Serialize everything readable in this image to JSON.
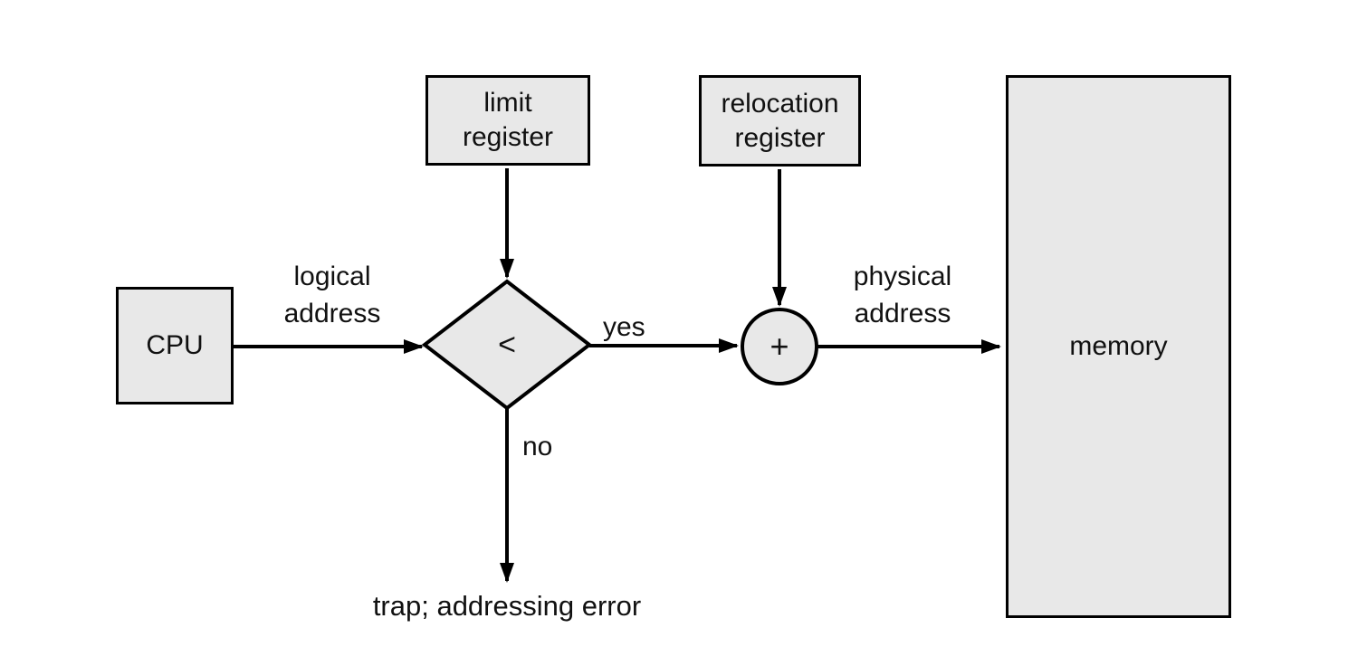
{
  "colors": {
    "background": "#ffffff",
    "node_fill": "#e8e8e8",
    "line": "#000000",
    "text": "#111111"
  },
  "nodes": {
    "cpu": {
      "label": "CPU"
    },
    "limit_register": {
      "lines": [
        "limit",
        "register"
      ]
    },
    "relocation_register": {
      "lines": [
        "relocation",
        "register"
      ]
    },
    "compare": {
      "symbol": "<"
    },
    "adder": {
      "symbol": "+"
    },
    "memory": {
      "label": "memory"
    }
  },
  "edges": {
    "cpu_to_compare": {
      "label_lines": [
        "logical",
        "address"
      ]
    },
    "compare_to_adder": {
      "label": "yes"
    },
    "adder_to_memory": {
      "label_lines": [
        "physical",
        "address"
      ]
    },
    "compare_to_trap": {
      "label": "no",
      "trap_text": "trap; addressing error"
    }
  }
}
